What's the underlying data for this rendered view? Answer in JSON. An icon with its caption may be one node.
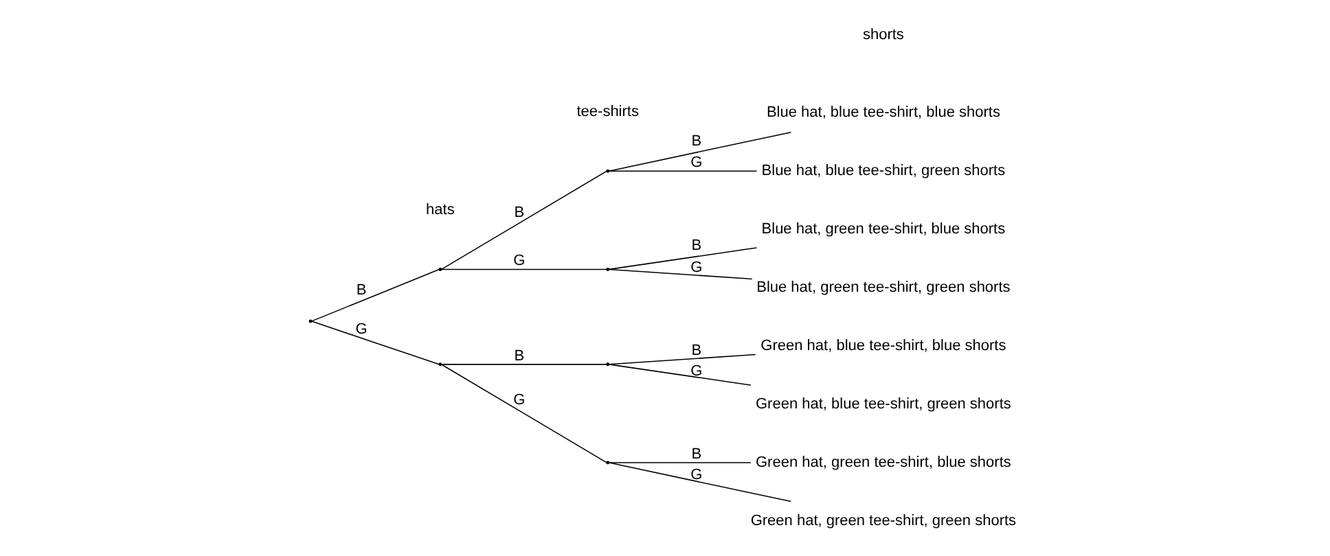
{
  "diagram": {
    "nodes": [
      {
        "text": [],
        "shape": "point"
      },
      {
        "text": [],
        "shape": "point"
      },
      {
        "text": [],
        "shape": "point"
      },
      {
        "text": [],
        "shape": "point"
      },
      {
        "text": [],
        "shape": "point"
      },
      {
        "text": [],
        "shape": "point"
      },
      {
        "text": [],
        "shape": "point"
      },
      {
        "text": [
          "Blue hat, blue tee-shirt, blue shorts"
        ]
      },
      {
        "text": [
          "Blue hat, blue tee-shirt, green shorts"
        ]
      },
      {
        "text": [
          "Blue hat, green tee-shirt, blue shorts"
        ]
      },
      {
        "text": [
          "Blue hat, green tee-shirt, green shorts"
        ]
      },
      {
        "text": [
          "Green hat, blue tee-shirt, blue shorts"
        ]
      },
      {
        "text": [
          "Green hat, blue tee-shirt, green shorts"
        ]
      },
      {
        "text": [
          "Green hat, green tee-shirt, blue shorts"
        ]
      },
      {
        "text": [
          "Green hat, green tee-shirt, green shorts"
        ]
      }
    ],
    "edges": [
      {
        "from": 0,
        "to": 1,
        "arrow": "none",
        "label": "B"
      },
      {
        "from": 0,
        "to": 2,
        "arrow": "none",
        "label": "G"
      },
      {
        "from": 1,
        "to": 3,
        "arrow": "none",
        "label": "B"
      },
      {
        "from": 1,
        "to": 4,
        "arrow": "none",
        "label": "G"
      },
      {
        "from": 2,
        "to": 5,
        "arrow": "none",
        "label": "B"
      },
      {
        "from": 2,
        "to": 6,
        "arrow": "none",
        "label": "G"
      },
      {
        "from": 3,
        "to": 7,
        "arrow": "none",
        "label": "B"
      },
      {
        "from": 3,
        "to": 8,
        "arrow": "none",
        "label": "G"
      },
      {
        "from": 4,
        "to": 9,
        "arrow": "none",
        "label": "B"
      },
      {
        "from": 4,
        "to": 10,
        "arrow": "none",
        "label": "G"
      },
      {
        "from": 5,
        "to": 11,
        "arrow": "none",
        "label": "B"
      },
      {
        "from": 5,
        "to": 12,
        "arrow": "none",
        "label": "G"
      },
      {
        "from": 6,
        "to": 13,
        "arrow": "none",
        "label": "B"
      },
      {
        "from": 6,
        "to": 14,
        "arrow": "none",
        "label": "G"
      }
    ],
    "labels": [
      "shorts",
      "tee-shirts",
      "hats"
    ]
  }
}
